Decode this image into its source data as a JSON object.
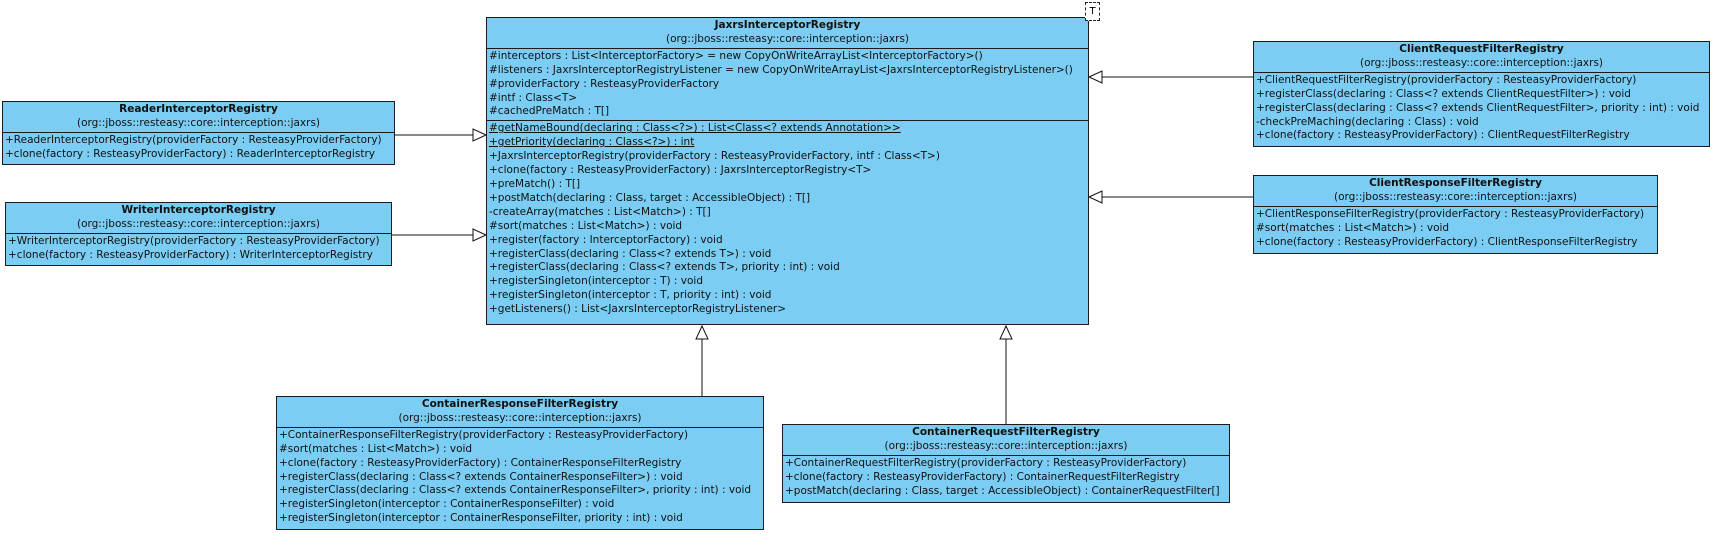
{
  "classes": {
    "jaxrs": {
      "name": "JaxrsInterceptorRegistry",
      "package": "(org::jboss::resteasy::core::interception::jaxrs)",
      "type_param": "T",
      "attributes": [
        "#interceptors : List<InterceptorFactory> = new CopyOnWriteArrayList<InterceptorFactory>()",
        "#listeners : JaxrsInterceptorRegistryListener = new CopyOnWriteArrayList<JaxrsInterceptorRegistryListener>()",
        "#providerFactory : ResteasyProviderFactory",
        "#intf : Class<T>",
        "#cachedPreMatch : T[]"
      ],
      "operations": [
        "#getNameBound(declaring : Class<?>) : List<Class<? extends Annotation>>",
        "+getPriority(declaring : Class<?>) : int",
        "+JaxrsInterceptorRegistry(providerFactory : ResteasyProviderFactory, intf : Class<T>)",
        "+clone(factory : ResteasyProviderFactory) : JaxrsInterceptorRegistry<T>",
        "+preMatch() : T[]",
        "+postMatch(declaring : Class, target : AccessibleObject) : T[]",
        "-createArray(matches : List<Match>) : T[]",
        "#sort(matches : List<Match>) : void",
        "+register(factory : InterceptorFactory) : void",
        "+registerClass(declaring : Class<? extends T>) : void",
        "+registerClass(declaring : Class<? extends T>, priority : int) : void",
        "+registerSingleton(interceptor : T) : void",
        "+registerSingleton(interceptor : T, priority : int) : void",
        "+getListeners() : List<JaxrsInterceptorRegistryListener>"
      ]
    },
    "reader": {
      "name": "ReaderInterceptorRegistry",
      "package": "(org::jboss::resteasy::core::interception::jaxrs)",
      "operations": [
        "+ReaderInterceptorRegistry(providerFactory : ResteasyProviderFactory)",
        "+clone(factory : ResteasyProviderFactory) : ReaderInterceptorRegistry"
      ]
    },
    "writer": {
      "name": "WriterInterceptorRegistry",
      "package": "(org::jboss::resteasy::core::interception::jaxrs)",
      "operations": [
        "+WriterInterceptorRegistry(providerFactory : ResteasyProviderFactory)",
        "+clone(factory : ResteasyProviderFactory) : WriterInterceptorRegistry"
      ]
    },
    "clientRequest": {
      "name": "ClientRequestFilterRegistry",
      "package": "(org::jboss::resteasy::core::interception::jaxrs)",
      "operations": [
        "+ClientRequestFilterRegistry(providerFactory : ResteasyProviderFactory)",
        "+registerClass(declaring : Class<? extends ClientRequestFilter>) : void",
        "+registerClass(declaring : Class<? extends ClientRequestFilter>, priority : int) : void",
        "-checkPreMaching(declaring : Class) : void",
        "+clone(factory : ResteasyProviderFactory) : ClientRequestFilterRegistry"
      ]
    },
    "clientResponse": {
      "name": "ClientResponseFilterRegistry",
      "package": "(org::jboss::resteasy::core::interception::jaxrs)",
      "operations": [
        "+ClientResponseFilterRegistry(providerFactory : ResteasyProviderFactory)",
        "#sort(matches : List<Match>) : void",
        "+clone(factory : ResteasyProviderFactory) : ClientResponseFilterRegistry"
      ]
    },
    "containerResponse": {
      "name": "ContainerResponseFilterRegistry",
      "package": "(org::jboss::resteasy::core::interception::jaxrs)",
      "operations": [
        "+ContainerResponseFilterRegistry(providerFactory : ResteasyProviderFactory)",
        "#sort(matches : List<Match>) : void",
        "+clone(factory : ResteasyProviderFactory) : ContainerResponseFilterRegistry",
        "+registerClass(declaring : Class<? extends ContainerResponseFilter>) : void",
        "+registerClass(declaring : Class<? extends ContainerResponseFilter>, priority : int) : void",
        "+registerSingleton(interceptor : ContainerResponseFilter) : void",
        "+registerSingleton(interceptor : ContainerResponseFilter, priority : int) : void"
      ]
    },
    "containerRequest": {
      "name": "ContainerRequestFilterRegistry",
      "package": "(org::jboss::resteasy::core::interception::jaxrs)",
      "operations": [
        "+ContainerRequestFilterRegistry(providerFactory : ResteasyProviderFactory)",
        "+clone(factory : ResteasyProviderFactory) : ContainerRequestFilterRegistry",
        "+postMatch(declaring : Class, target : AccessibleObject) : ContainerRequestFilter[]"
      ]
    }
  },
  "colors": {
    "class_fill": "#7bcdf4",
    "line": "#1b1b1b"
  }
}
